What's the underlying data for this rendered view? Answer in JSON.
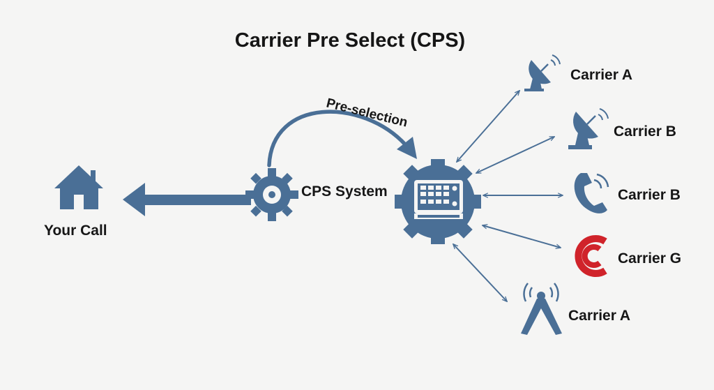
{
  "title": "Carrier Pre Select (CPS)",
  "nodes": {
    "your_call": "Your Call",
    "cps_system": "CPS System",
    "preselection": "Pre-selection"
  },
  "carriers": [
    {
      "label": "Carrier A",
      "icon": "satellite-dish-icon"
    },
    {
      "label": "Carrier B",
      "icon": "satellite-dish-icon"
    },
    {
      "label": "Carrier B",
      "icon": "phone-handset-icon"
    },
    {
      "label": "Carrier G",
      "icon": "carrier-logo-icon"
    },
    {
      "label": "Carrier A",
      "icon": "radio-tower-icon"
    }
  ],
  "colors": {
    "primary": "#4a6f96",
    "accent": "#d0232a",
    "text": "#161616",
    "background": "#f5f5f4"
  }
}
